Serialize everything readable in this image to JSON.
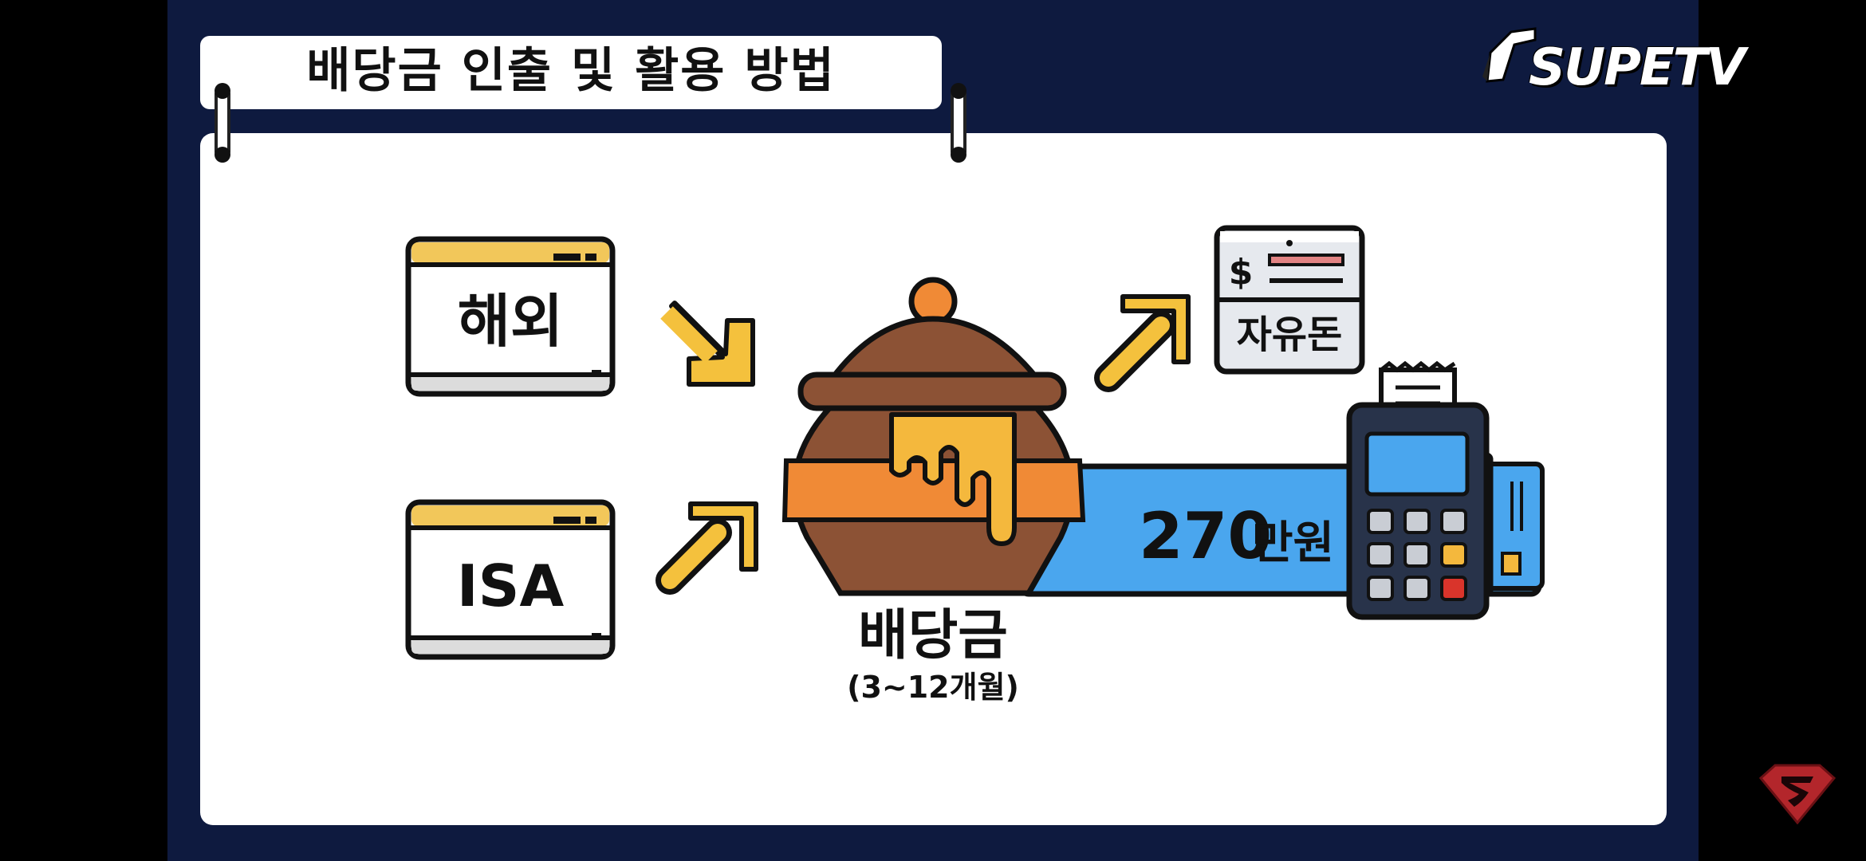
{
  "slide": {
    "title": "배당금 인출 및 활용 방법",
    "channel_logo": "SUPETV",
    "sources": [
      {
        "label": "해외",
        "icon": "browser-window-icon"
      },
      {
        "label": "ISA",
        "icon": "browser-window-icon"
      }
    ],
    "pot": {
      "label": "배당금",
      "sublabel": "(3~12개월)",
      "icon": "honey-pot-icon"
    },
    "outputs": {
      "free_money": {
        "label": "자유돈",
        "symbol": "$",
        "icon": "cheque-icon"
      },
      "card_amount": {
        "number": "270",
        "unit": "만원",
        "icon": "card-terminal-icon"
      }
    }
  },
  "colors": {
    "background": "#0e1a3f",
    "board": "#ffffff",
    "arrow": "#f4c13d",
    "pot_brown": "#8c5235",
    "pot_orange": "#f08a36",
    "card_blue": "#4aa6ee",
    "terminal_dark": "#28334a"
  }
}
